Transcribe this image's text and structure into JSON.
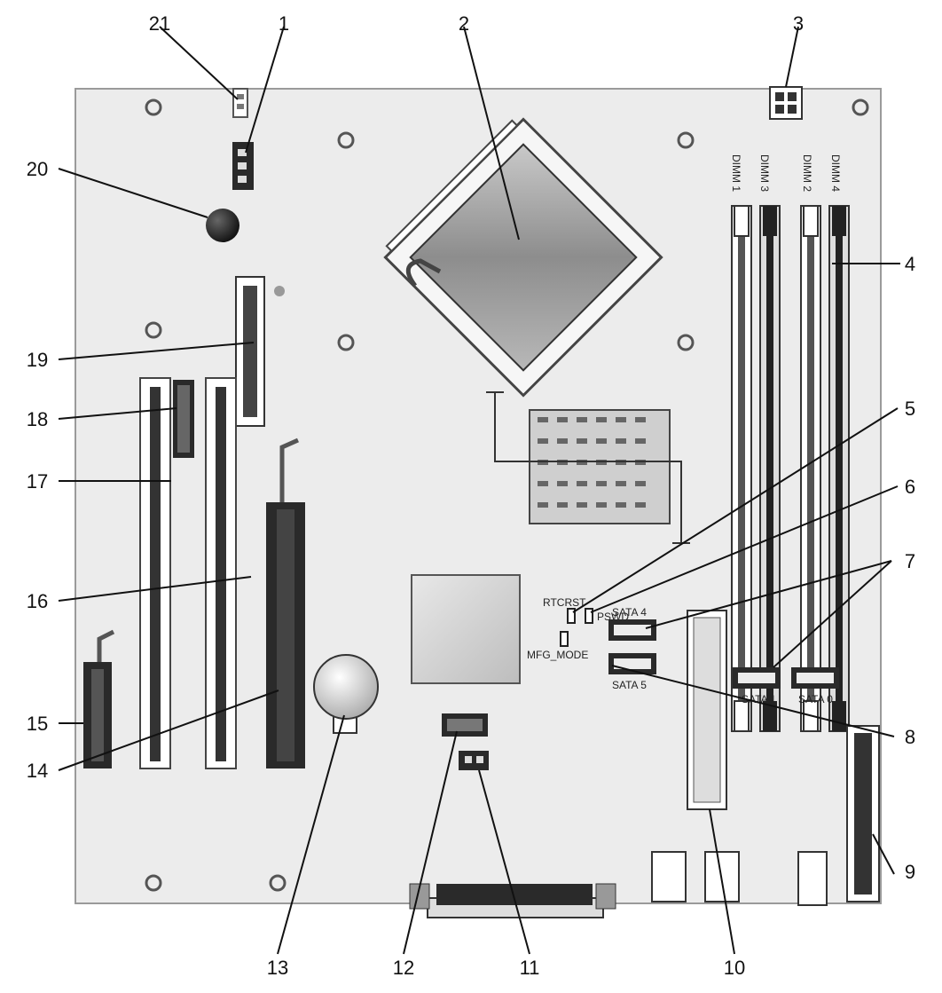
{
  "diagram": {
    "callouts": [
      "1",
      "2",
      "3",
      "4",
      "5",
      "6",
      "7",
      "8",
      "9",
      "10",
      "11",
      "12",
      "13",
      "14",
      "15",
      "16",
      "17",
      "18",
      "19",
      "20",
      "21"
    ],
    "silkscreen": {
      "dimm1": "DIMM 1",
      "dimm3": "DIMM 3",
      "dimm2": "DIMM 2",
      "dimm4": "DIMM 4",
      "rtcrst": "RTCRST",
      "pswd": "PSWD",
      "mfg_mode": "MFG_MODE",
      "sata4": "SATA 4",
      "sata5": "SATA 5",
      "sata1": "SATA 1",
      "sata0": "SATA 0"
    },
    "colors": {
      "board": "#ececec",
      "board_edge": "#9a9a9a",
      "dark": "#2a2a2a",
      "line": "#111111"
    }
  }
}
